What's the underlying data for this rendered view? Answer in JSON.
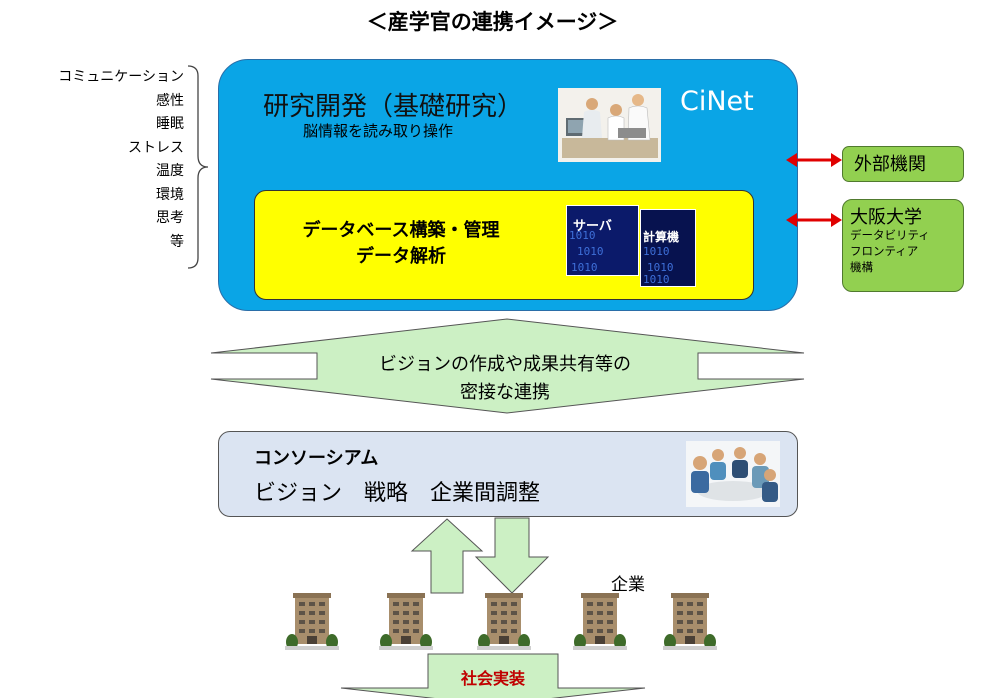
{
  "title": "＜産学官の連携イメージ＞",
  "side_list": [
    "コミュニケーション",
    "感性",
    "睡眠",
    "ストレス",
    "温度",
    "環境",
    "思考",
    "等"
  ],
  "research": {
    "title": "研究開発（基礎研究）",
    "subtitle": "脳情報を読み取り操作",
    "org_label": "CiNet",
    "photo_icon": "scientists-photo"
  },
  "database": {
    "line1": "データベース構築・管理",
    "line2": "データ解析",
    "server_label": "サーバ",
    "calc_label": "計算機",
    "binary": "1010"
  },
  "external": {
    "label": "外部機関"
  },
  "osaka": {
    "title": "大阪大学",
    "sub_lines": [
      "データビリティ",
      "フロンティア",
      "機構"
    ]
  },
  "collab": {
    "line1": "ビジョンの作成や成果共有等の",
    "line2": "密接な連携"
  },
  "consortium": {
    "title": "コンソーシアム",
    "items": "ビジョン　戦略　企業間調整",
    "photo_icon": "meeting-photo"
  },
  "companies": {
    "label": "企業",
    "count": 5
  },
  "implementation": {
    "label": "社会実装"
  },
  "colors": {
    "cinet_blue": "#0aa5e6",
    "db_yellow": "#ffff00",
    "green": "#92d050",
    "light_green": "#ccf0c4",
    "consortium_bg": "#dbe4f2",
    "red": "#e00000",
    "impl_red": "#c00000"
  }
}
